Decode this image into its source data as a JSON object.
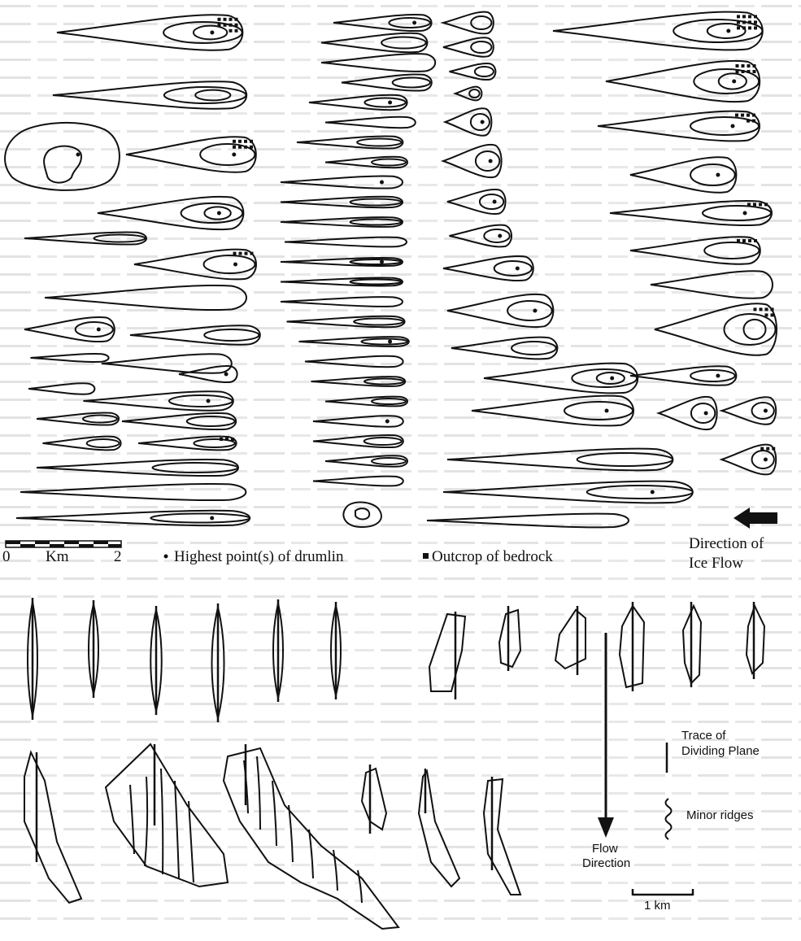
{
  "figure": {
    "scale_bar_top": {
      "start": "0",
      "unit": "Km",
      "end": "2"
    },
    "legend_top": {
      "highest_point_label": "Highest point(s) of drumlin",
      "bedrock_label": "Outcrop of bedrock"
    },
    "ice_flow_label_line1": "Direction of",
    "ice_flow_label_line2": "Ice Flow",
    "flow_direction_line1": "Flow",
    "flow_direction_line2": "Direction",
    "dividing_plane_line1": "Trace of",
    "dividing_plane_line2": "Dividing Plane",
    "minor_ridges_label": "Minor ridges",
    "scale_bar_bottom": "1 km"
  },
  "colors": {
    "ink": "#111111",
    "background_text": "#c9c9c9"
  }
}
